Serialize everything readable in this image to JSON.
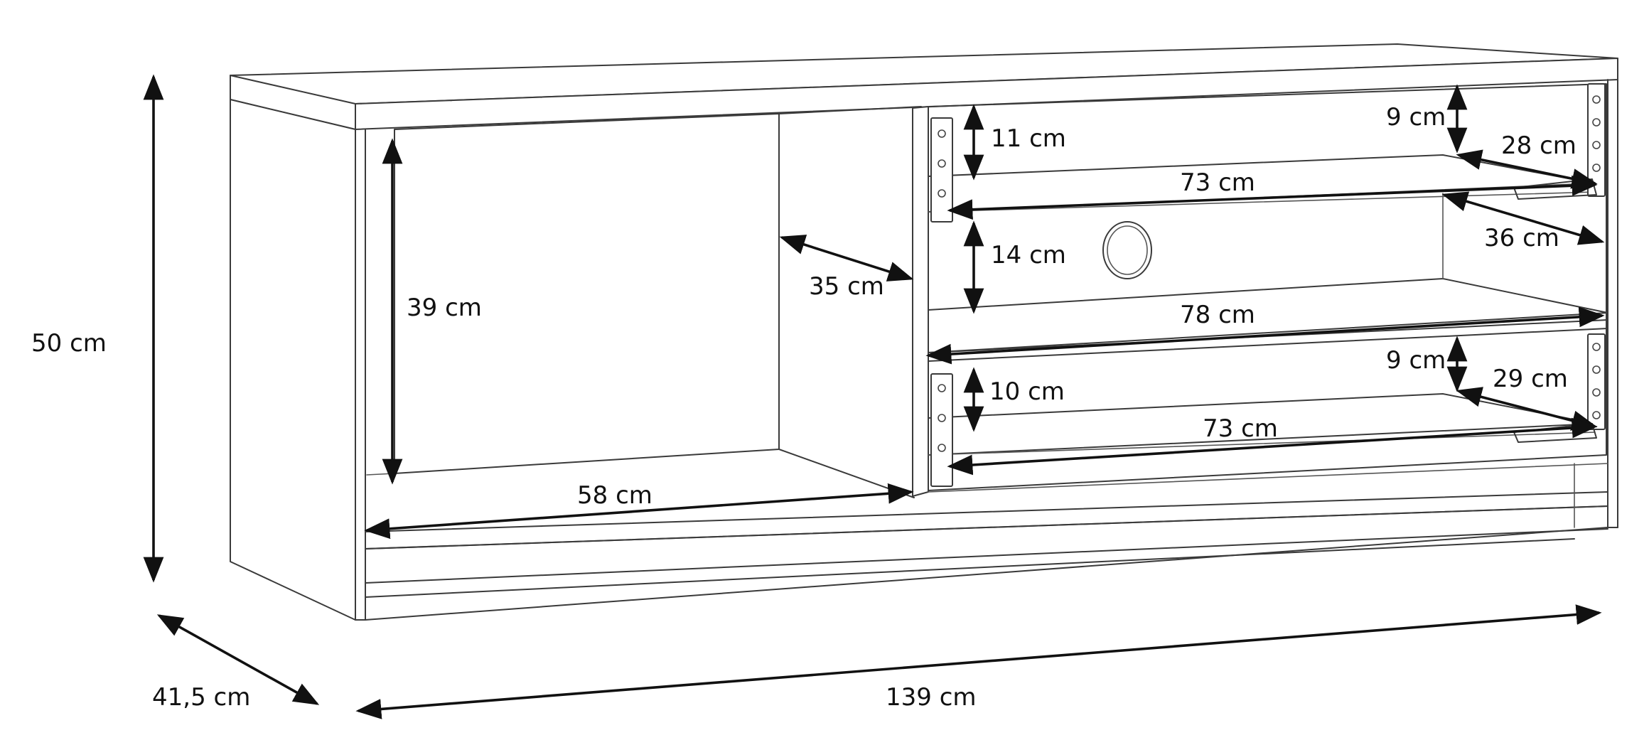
{
  "dimensions": {
    "height_total": "50 cm",
    "depth_total": "41,5 cm",
    "width_total": "139 cm",
    "open_height": "39 cm",
    "open_width": "58 cm",
    "open_depth": "35 cm",
    "drawer1_inner_height": "11 cm",
    "drawer1_front_height": "9 cm",
    "drawer1_depth": "28 cm",
    "drawer1_width": "73 cm",
    "middle_height": "14 cm",
    "middle_depth": "36 cm",
    "middle_width": "78 cm",
    "drawer2_inner_height": "10 cm",
    "drawer2_front_height": "9 cm",
    "drawer2_depth": "29 cm",
    "drawer2_width": "73 cm"
  },
  "colors": {
    "line": "#3a3a3a",
    "arrow": "#111111",
    "background": "#ffffff"
  }
}
